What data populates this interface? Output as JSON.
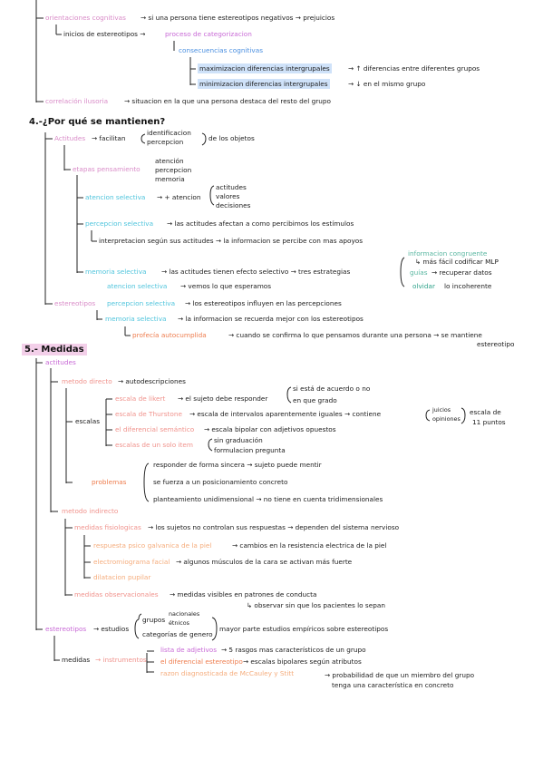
{
  "colors": {
    "pink": "#d98cc8",
    "magenta": "#c86ad6",
    "blue": "#4a8fe0",
    "cyan": "#4fc4dc",
    "salmon": "#f0928c",
    "orange": "#ee7c4d",
    "peach": "#f5ac7c",
    "green": "#2fa38a",
    "highlight_blue": "#cfe2f9",
    "highlight_pink": "#f3cfe9"
  },
  "sec3": {
    "orientaciones": "orientaciones cognitivas",
    "orientaciones_desc": "→ si una persona tiene estereotipos negativos → prejuicios",
    "inicios": "inicios de estereotipos →",
    "proceso": "proceso de categorizacion",
    "consecuencias": "consecuencias cognitivas",
    "max_label": "maximizacion diferencias intergrupales",
    "max_desc": "→ ↑ diferencias entre diferentes grupos",
    "min_label": "minimizacion diferencias intergrupales",
    "min_desc": "→ ↓ en el mismo grupo",
    "correlacion": "correlación ilusoria",
    "correlacion_desc": "→ situacion en la que una persona destaca del resto del grupo"
  },
  "sec4": {
    "title": "4.-¿Por qué se mantienen?",
    "actitudes": "Actitudes",
    "facilitan": "→ facilitan",
    "identificacion": "identificacion",
    "percepcion": "percepcion",
    "de_los_objetos": "de los objetos",
    "etapas": "etapas pensamiento",
    "etapas_items": [
      "atención",
      "percepcion",
      "memoria"
    ],
    "atencion_sel": "atencion selectiva",
    "atencion_desc": "→ + atencion",
    "atencion_items": [
      "actitudes",
      "valores",
      "decisiones"
    ],
    "percepcion_sel": "percepcion selectiva",
    "percepcion_desc": "→ las actitudes afectan a como percibimos los estímulos",
    "interpretacion": "interpretacion según sus actitudes → la informacion se percibe con mas apoyos",
    "memoria_sel": "memoria selectiva",
    "memoria_desc": "→ las actitudes tienen efecto selectivo → tres estrategias",
    "info_congruente": "informacion congruente",
    "info_congruente_desc": "↳ más fácil codificar MLP",
    "guias": "guías",
    "guias_desc": "→ recuperar datos",
    "olvidar": "olvidar",
    "olvidar_desc": "lo incoherente",
    "estereotipos": "estereotipos",
    "e_atencion": "atencion selectiva",
    "e_atencion_desc": "→ vemos lo que esperamos",
    "e_percepcion": "percepcion selectiva",
    "e_percepcion_desc": "→ los estereotipos influyen en las percepciones",
    "e_memoria": "memoria selectiva",
    "e_memoria_desc": "→ la informacion se recuerda mejor con los estereotipos",
    "profecia": "profecía autocumplida",
    "profecia_desc": "→ cuando se confirma lo que pensamos durante una persona → se mantiene",
    "profecia_desc2": "estereotipo"
  },
  "sec5": {
    "title": "5.- Medidas",
    "actitudes": "actitudes",
    "metodo_directo": "metodo directo",
    "metodo_directo_desc": "→ autodescripciones",
    "escalas": "escalas",
    "likert": "escala de likert",
    "likert_desc": "→ el sujeto debe responder",
    "likert_opts": [
      "si está de acuerdo o no",
      "en que grado"
    ],
    "thurstone": "escala de Thurstone",
    "thurstone_desc": "→ escala de intervalos aparentemente iguales → contiene",
    "thurstone_opts": [
      "juicios",
      "opiniones"
    ],
    "thurstone_end": "escala de",
    "thurstone_end2": "11 puntos",
    "diferencial": "el diferencial semántico",
    "diferencial_desc": "→ escala bipolar con adjetivos opuestos",
    "un_solo_item": "escalas de un solo item",
    "un_solo_opts": [
      "sin graduación",
      "formulacion pregunta"
    ],
    "problemas": "problemas",
    "prob1": "responder de forma sincera → sujeto puede mentir",
    "prob2": "se fuerza a un posicionamiento concreto",
    "prob3": "planteamiento unidimensional → no tiene en cuenta tridimensionales",
    "metodo_indirecto": "metodo indirecto",
    "fisiologicas": "medidas fisiologicas",
    "fisiologicas_desc": "→ los sujetos no controlan sus respuestas → dependen del sistema nervioso",
    "galvanica": "respuesta psico galvanica de la piel",
    "galvanica_desc": "→ cambios en la resistencia electrica de la piel",
    "electromiograma": "electromiograma facial",
    "electromiograma_desc": "→ algunos músculos de la cara se activan más fuerte",
    "dilatacion": "dilatacion pupilar",
    "observacionales": "medidas observacionales",
    "observacionales_desc": "→ medidas visibles en patrones de conducta",
    "observacionales_desc2": "↳ observar sin que los pacientes lo sepan",
    "estereotipos": "estereotipos",
    "estudios": "→ estudios",
    "estudios_opts": [
      "grupos",
      "nacionales",
      "étnicos",
      "categorías de genero"
    ],
    "estudios_desc": "mayor parte estudios empíricos sobre estereotipos",
    "medidas": "medidas",
    "instrumentos": "→ instrumentos",
    "adjetivos": "lista de adjetivos",
    "adjetivos_desc": "→ 5 rasgos mas característicos de un grupo",
    "el_diferencial": "el diferencial estereotipo",
    "el_diferencial_desc": "→ escalas bipolares según atributos",
    "mccauley": "razon diagnosticada de McCauley y Stitt",
    "mccauley_desc": "→ probabilidad de que un miembro del grupo",
    "mccauley_desc2": "tenga una característica en concreto"
  }
}
